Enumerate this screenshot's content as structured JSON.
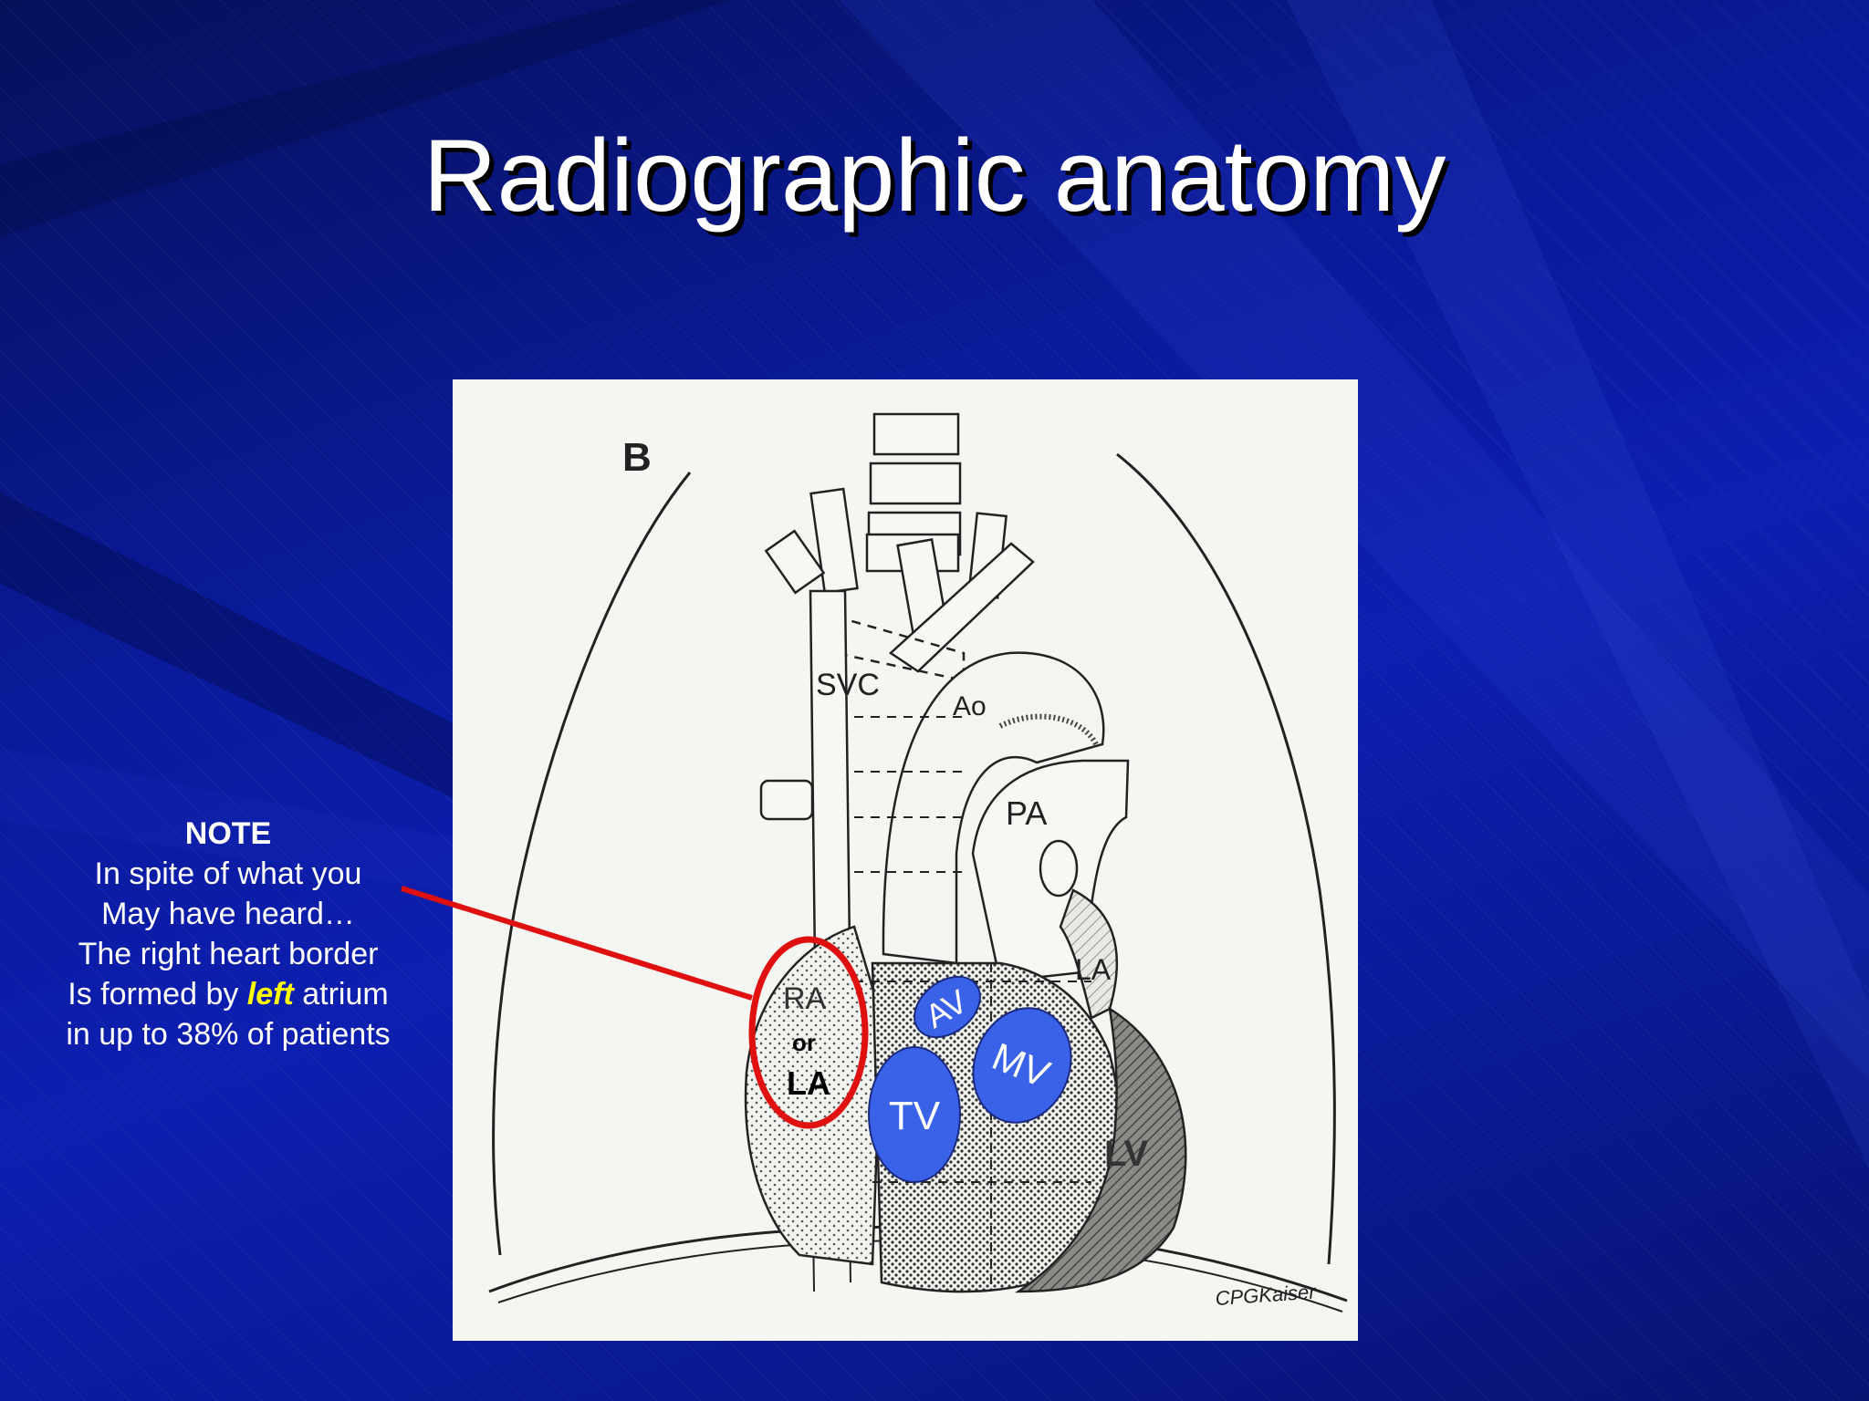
{
  "slide": {
    "title": "Radiographic anatomy"
  },
  "note": {
    "heading": "NOTE",
    "line1": "In spite of what you",
    "line2": "May have heard…",
    "line3": "The right heart border",
    "line4_before": "Is formed by ",
    "line4_emph": "left",
    "line4_after": " atrium",
    "line5": "in up to 38% of patients"
  },
  "diagram": {
    "panel_letter": "B",
    "labels": {
      "svc": "SVC",
      "ao": "Ao",
      "pa": "PA",
      "la": "LA",
      "lv": "LV",
      "ra_or_la_top": "RA",
      "ra_or_la_mid": "or",
      "ra_or_la_bottom": "LA"
    },
    "valves": {
      "av": "AV",
      "mv": "MV",
      "tv": "TV"
    },
    "signature": "CPGKaiser"
  },
  "colors": {
    "background": "#0a1a9a",
    "title_text": "#ffffff",
    "emphasis": "#ffff00",
    "highlight_ring": "#e01010",
    "valve_fill": "#3a62e8"
  }
}
